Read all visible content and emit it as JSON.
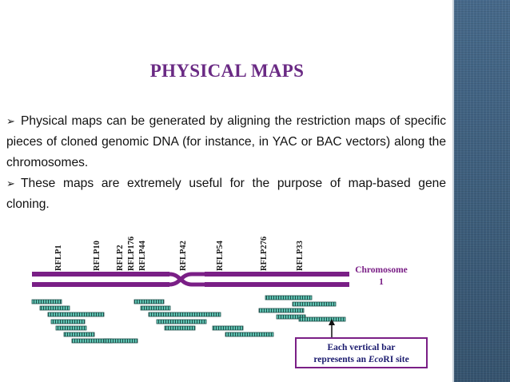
{
  "slide": {
    "title": "PHYSICAL MAPS",
    "bullets": [
      "Physical maps can be generated by aligning the restriction maps of specific pieces of cloned genomic DNA (for instance, in YAC or BAC vectors) along the chromosomes.",
      "These maps are extremely useful for the purpose of map-based gene cloning."
    ],
    "bullet_glyph": "➢"
  },
  "figure": {
    "markers": [
      "RFLP1",
      "RFLP10",
      "RFLP2",
      "RFLP176",
      "RFLP44",
      "RFLP42",
      "RFLP54",
      "RFLP276",
      "RFLP33"
    ],
    "chromosome_label": "Chromosome",
    "chromosome_number": "1",
    "legend_line1": "Each vertical bar",
    "legend_line2_prefix": "represents an ",
    "legend_line2_italic": "Eco",
    "legend_line2_suffix": "RI site",
    "colors": {
      "chromosome": "#7a1f86",
      "title": "#6a2a84",
      "clone_fill": "#5fc3b2",
      "clone_stroke": "#1f4f4a",
      "legend_border": "#7a1f86",
      "legend_text": "#1a1a6e"
    }
  },
  "sidebar": {
    "color": "#3d5f7e"
  }
}
